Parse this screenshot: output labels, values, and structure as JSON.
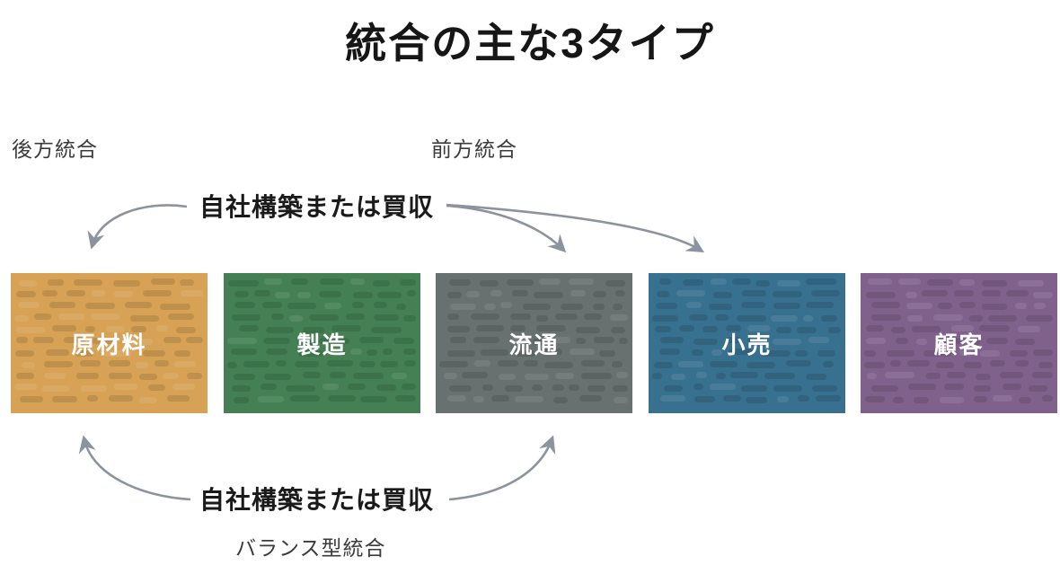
{
  "title": "統合の主な3タイプ",
  "labels": {
    "backward_integration": "後方統合",
    "forward_integration": "前方統合",
    "build_or_buy_top": "自社構築または買収",
    "build_or_buy_bottom": "自社構築または買収",
    "balanced_integration": "バランス型統合"
  },
  "chain": [
    {
      "label": "原材料",
      "color": "#d7a256"
    },
    {
      "label": "製造",
      "color": "#448053"
    },
    {
      "label": "流通",
      "color": "#68716f"
    },
    {
      "label": "小売",
      "color": "#38708f"
    },
    {
      "label": "顧客",
      "color": "#80618c"
    }
  ],
  "colors": {
    "arrow": "#8d939e",
    "title_text": "#161616",
    "secondary_text": "#3b3b3b",
    "box_text": "#ffffff",
    "background": "#ffffff"
  }
}
